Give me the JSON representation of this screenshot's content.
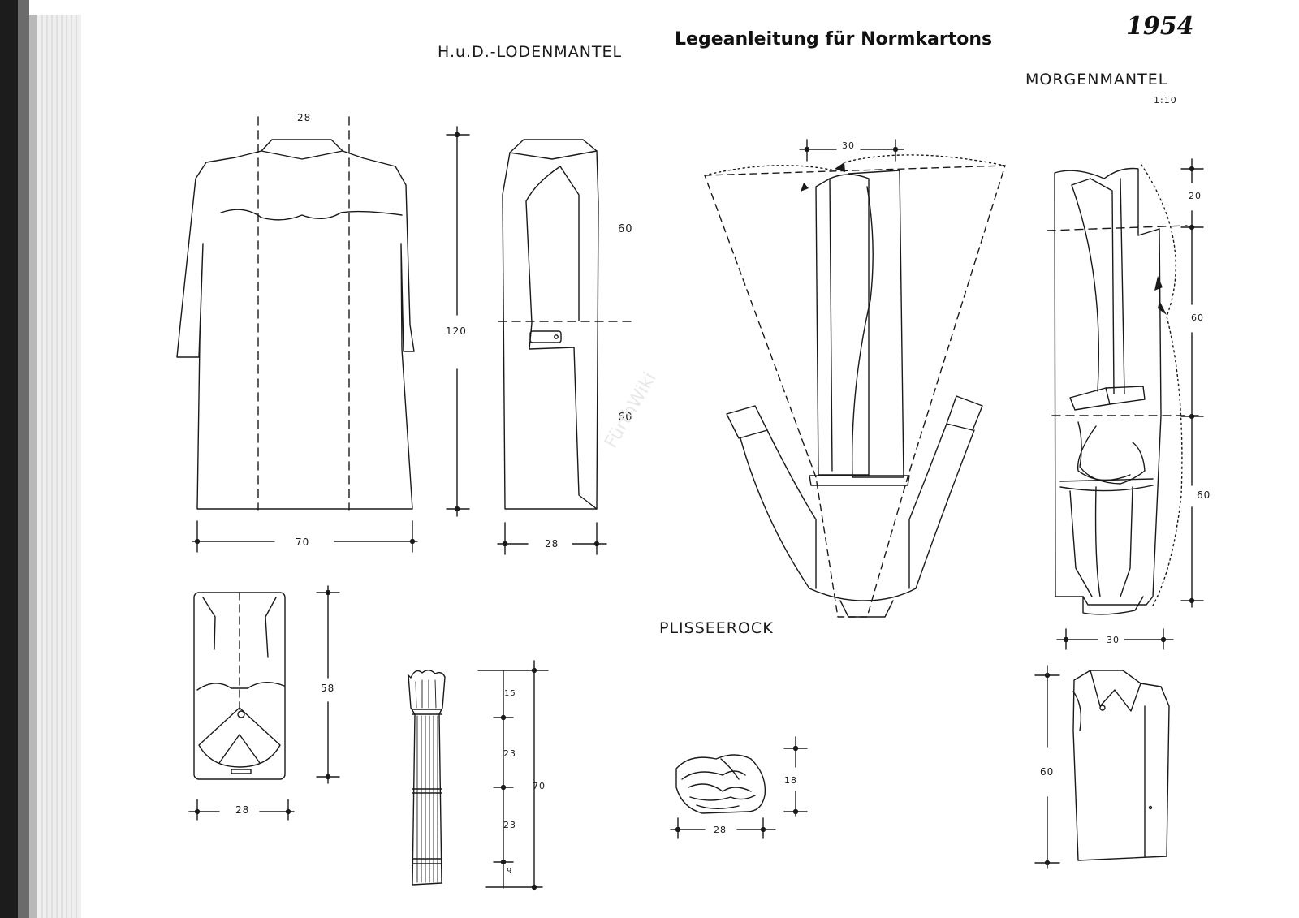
{
  "header": {
    "title": "Legeanleitung für Normkartons",
    "year": "1954",
    "left_label": "H.u.D.-LODENMANTEL",
    "right_label": "MORGENMANTEL",
    "scale": "1:10"
  },
  "labels": {
    "plisseerock": "PLISSEEROCK"
  },
  "dimensions": {
    "coat_top": "28",
    "coat_width": "70",
    "coat_height": "120",
    "side_upper": "60",
    "side_lower": "60",
    "side_width": "28",
    "folded_height": "58",
    "folded_width": "28",
    "rock_15": "15",
    "rock_23a": "23",
    "rock_70": "70",
    "rock_23b": "23",
    "rock_9": "9",
    "bundle_height": "18",
    "bundle_width": "28",
    "morgen_top_width": "30",
    "morgen_20": "20",
    "morgen_60a": "60",
    "morgen_60b": "60",
    "morgen_width": "30",
    "morgen_folded_height": "60"
  },
  "watermark": "FürthWiki",
  "colors": {
    "ink": "#1a1a1a",
    "paper": "#ffffff",
    "binding": "#1c1c1c"
  }
}
